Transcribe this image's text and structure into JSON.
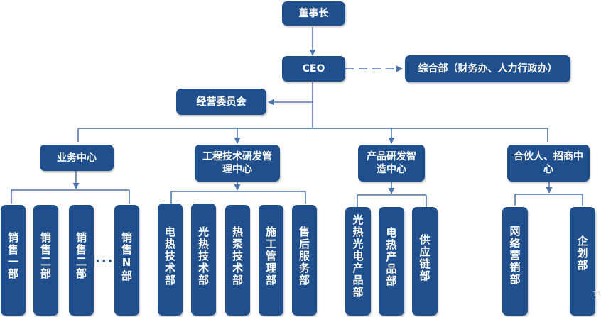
{
  "chairman": "董事长",
  "ceo": "CEO",
  "general_dept": "综合部（财务办、人力行政办）",
  "committee": "经营委员会",
  "centers": {
    "sales": "业务中心",
    "engineering": "工程技术研发管理中心",
    "product": "产品研发智造中心",
    "partner": "合伙人、招商中心"
  },
  "departments": {
    "sales_1": "销售一部",
    "sales_2": "销售二部",
    "sales_3": "销售二部",
    "sales_n": "销售N部",
    "ellipsis": "·····",
    "electric_heat_tech": "电热技术部",
    "pv_heat_tech": "光热技术部",
    "heat_pump_tech": "热泵技术部",
    "construction": "施工管理部",
    "after_sales": "售后服务部",
    "pvt_product": "光热光电产品部",
    "electric_heat_product": "电热产品部",
    "supply_chain": "供应链部",
    "network_sales": "网络营销部",
    "planning": "企划部"
  },
  "page_number": "11",
  "colors": {
    "box": "#1f4f8c",
    "line": "#4a76b0",
    "text": "#ffffff"
  }
}
